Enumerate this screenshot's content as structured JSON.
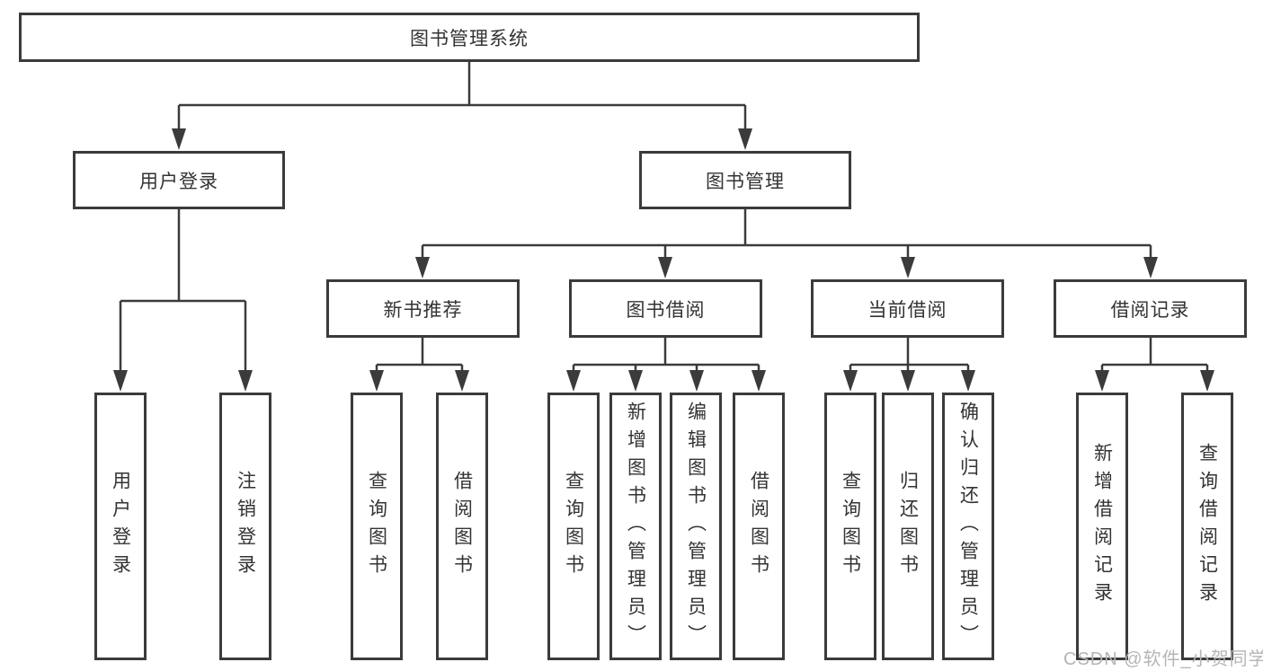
{
  "colors": {
    "line": "#3b3b3b",
    "box_border": "#3b3b3b",
    "text": "#333333",
    "watermark": "#b5b5b5",
    "background": "#ffffff"
  },
  "diagram": {
    "type": "tree",
    "root": {
      "label": "图书管理系统"
    },
    "level2": [
      {
        "label": "用户登录",
        "parent": "图书管理系统"
      },
      {
        "label": "图书管理",
        "parent": "图书管理系统"
      }
    ],
    "level3": [
      {
        "label": "新书推荐",
        "parent": "图书管理"
      },
      {
        "label": "图书借阅",
        "parent": "图书管理"
      },
      {
        "label": "当前借阅",
        "parent": "图书管理"
      },
      {
        "label": "借阅记录",
        "parent": "图书管理"
      }
    ],
    "leaves": [
      {
        "label": "用户登录",
        "parent": "用户登录"
      },
      {
        "label": "注销登录",
        "parent": "用户登录"
      },
      {
        "label": "查询图书",
        "parent": "新书推荐"
      },
      {
        "label": "借阅图书",
        "parent": "新书推荐"
      },
      {
        "label": "查询图书",
        "parent": "图书借阅"
      },
      {
        "label": "新增图书（管理员）",
        "parent": "图书借阅"
      },
      {
        "label": "编辑图书（管理员）",
        "parent": "图书借阅"
      },
      {
        "label": "借阅图书",
        "parent": "图书借阅"
      },
      {
        "label": "查询图书",
        "parent": "当前借阅"
      },
      {
        "label": "归还图书",
        "parent": "当前借阅"
      },
      {
        "label": "确认归还（管理员）",
        "parent": "当前借阅"
      },
      {
        "label": "新增借阅记录",
        "parent": "借阅记录"
      },
      {
        "label": "查询借阅记录",
        "parent": "借阅记录"
      }
    ]
  },
  "watermark": {
    "text": "CSDN @软件_小贺同学"
  }
}
